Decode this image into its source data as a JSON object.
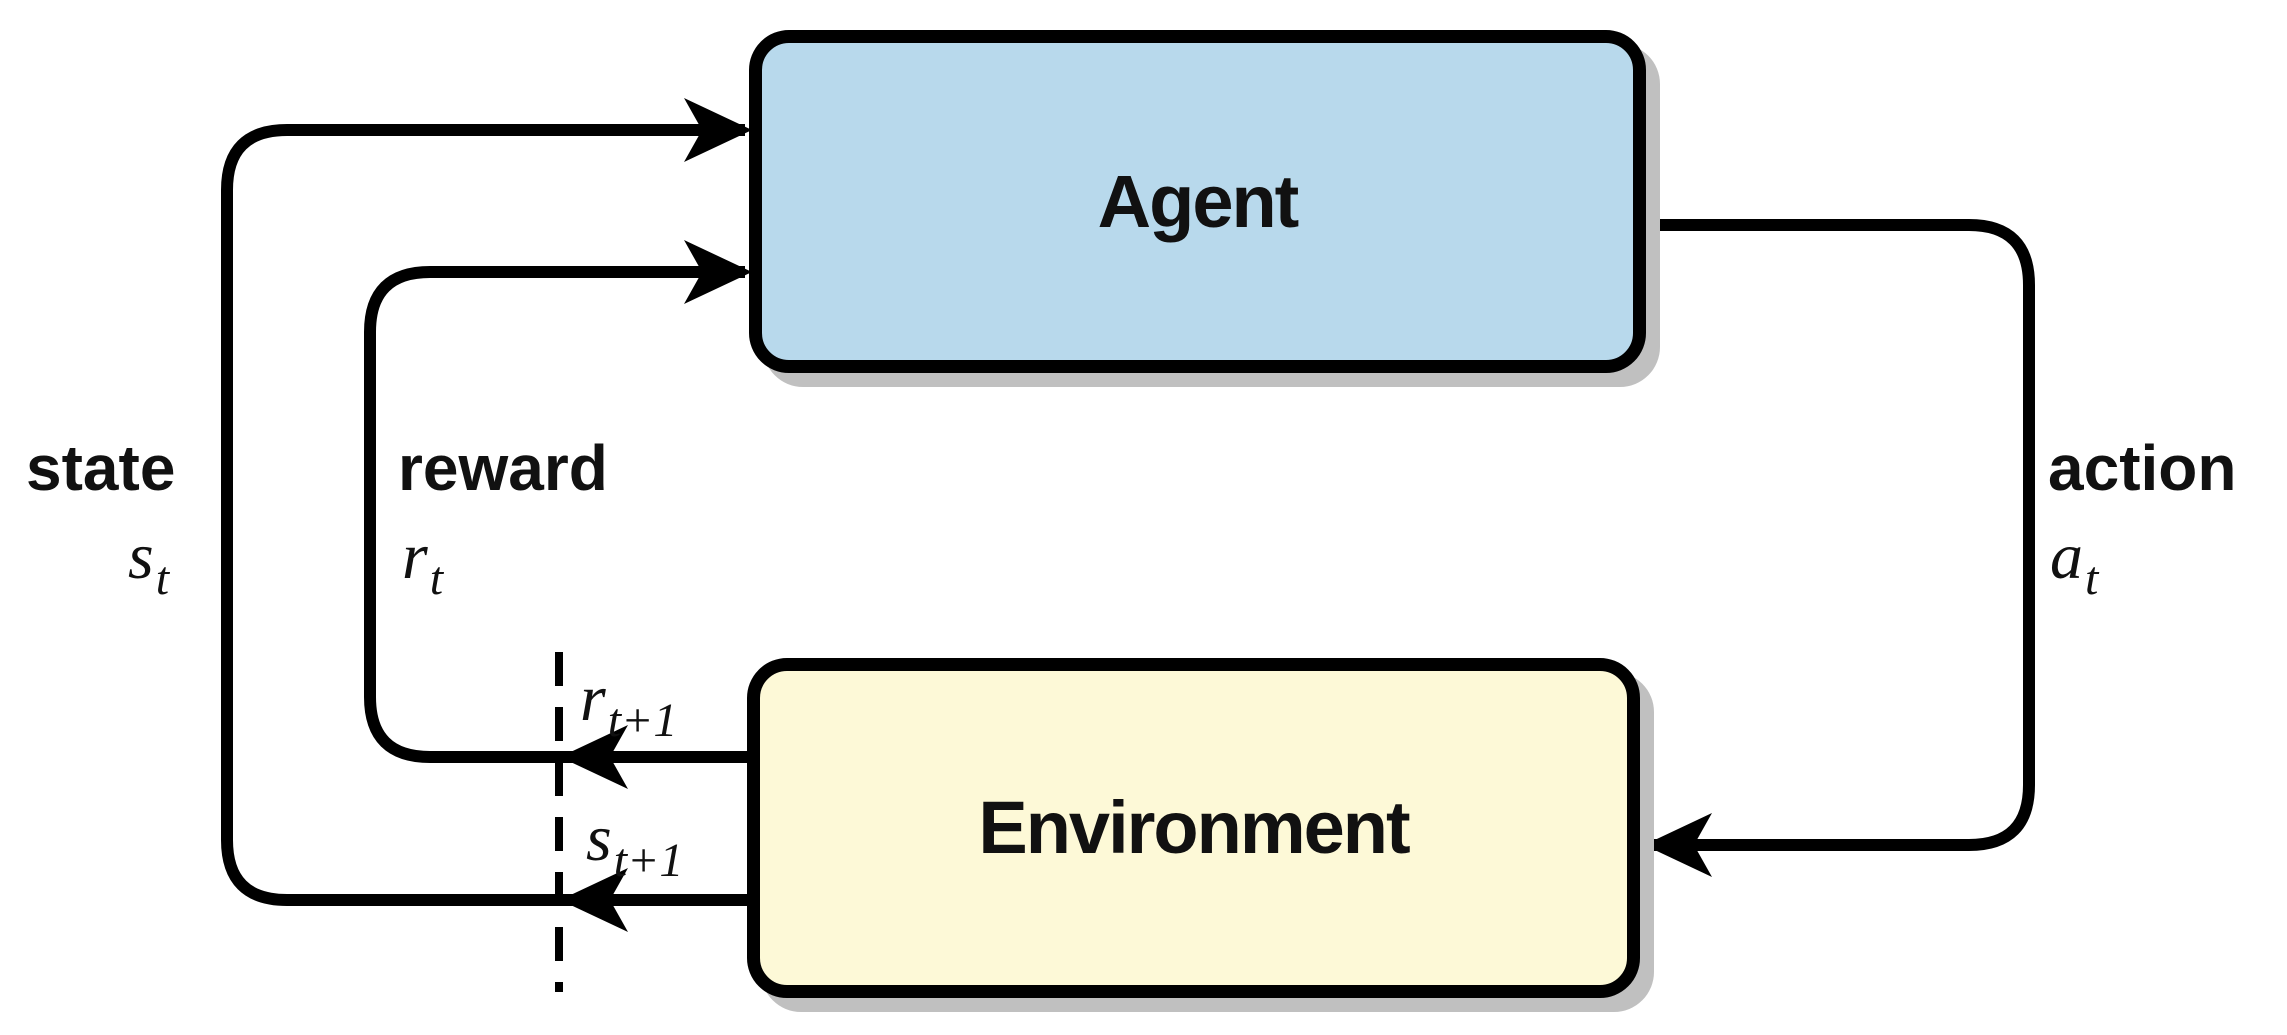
{
  "diagram": {
    "agent": {
      "label": "Agent"
    },
    "environment": {
      "label": "Environment"
    },
    "labels": {
      "state_word": "state",
      "state_symbol": "s",
      "state_sub": "t",
      "reward_word": "reward",
      "reward_symbol": "r",
      "reward_sub": "t",
      "action_word": "action",
      "action_symbol": "a",
      "action_sub": "t",
      "next_reward_symbol": "r",
      "next_reward_sub": "t+1",
      "next_state_symbol": "s",
      "next_state_sub": "t+1"
    },
    "colors": {
      "agent_fill": "#b8d9ec",
      "environment_fill": "#fdf9d7",
      "line": "#000000",
      "shadow": "#c0c0c0"
    }
  }
}
